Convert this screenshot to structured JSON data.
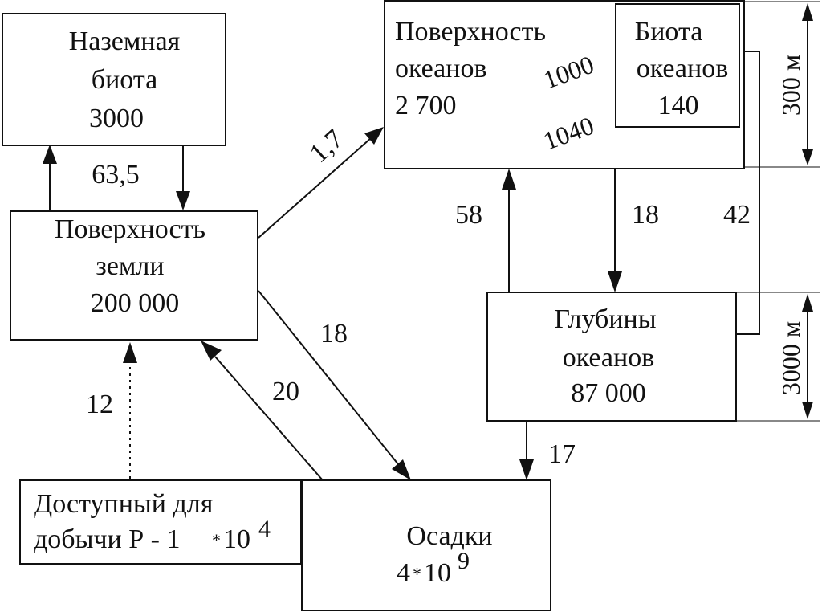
{
  "boxes": {
    "land_biota": {
      "line1": "Наземная",
      "line2": "биота",
      "value": "3000"
    },
    "land_surface": {
      "line1": "Поверхность",
      "line2": "земли",
      "value": "200 000"
    },
    "ocean_surface": {
      "line1": "Поверхность",
      "line2": "океанов",
      "value": "2 700"
    },
    "ocean_biota": {
      "line1": "Биота",
      "line2": "океанов",
      "value": "140"
    },
    "ocean_depths": {
      "line1": "Глубины",
      "line2": "океанов",
      "value": "87 000"
    },
    "minable": {
      "line1": "Доступный для",
      "line2": "добычи Р - 1",
      "times": "*",
      "base": "10",
      "exp": "4"
    },
    "sediments": {
      "line1": "Осадки",
      "mantissa": "4",
      "times": "*",
      "base": "10",
      "exp": "9"
    }
  },
  "flows": {
    "land_to_biota": "63,5",
    "land_to_ocean": "1,7",
    "biota_to_surface": "1000",
    "surface_to_biota": "1040",
    "depths_to_surface": "58",
    "surface_to_depths": "18",
    "biota_to_depths": "42",
    "land_to_sediments": "18",
    "sediments_to_land": "20",
    "minable_to_land": "12",
    "depths_to_sediments": "17"
  },
  "depth_markers": {
    "surface_layer": "300 м",
    "deep_layer": "3000 м"
  }
}
